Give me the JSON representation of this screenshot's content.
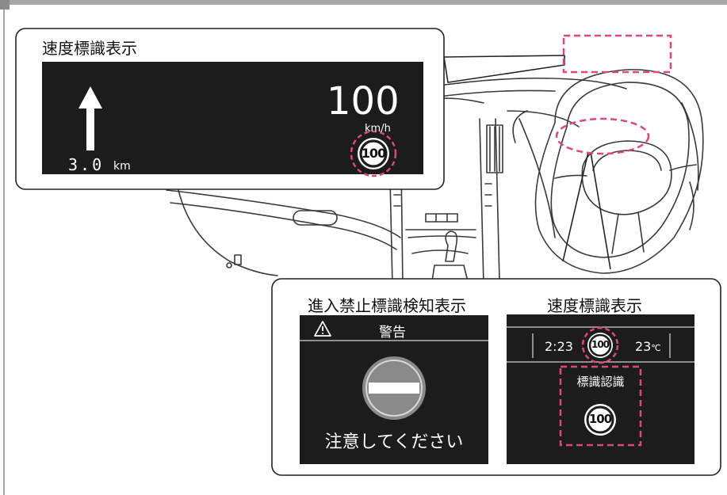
{
  "colors": {
    "highlight": "#e0457b",
    "screen_bg": "#1c1c1c",
    "line": "#3a3a3a"
  },
  "hud_callout": {
    "title": "速度標識表示",
    "arrow_icon": "up-arrow-icon",
    "distance": "3.0",
    "distance_unit": "km",
    "speed": "100",
    "speed_unit": "km/h",
    "sign_value": "100"
  },
  "no_entry_panel": {
    "title": "進入禁止標識検知表示",
    "header_icon": "warning-triangle-icon",
    "header_text": "警告",
    "sign_icon": "no-entry-sign-icon",
    "message": "注意してください"
  },
  "meter_panel": {
    "title": "速度標識表示",
    "time": "2:23",
    "speed_sign": "100",
    "temperature": "23",
    "temperature_unit": "℃",
    "recognition_label": "標識認識",
    "recognition_sign": "100"
  }
}
